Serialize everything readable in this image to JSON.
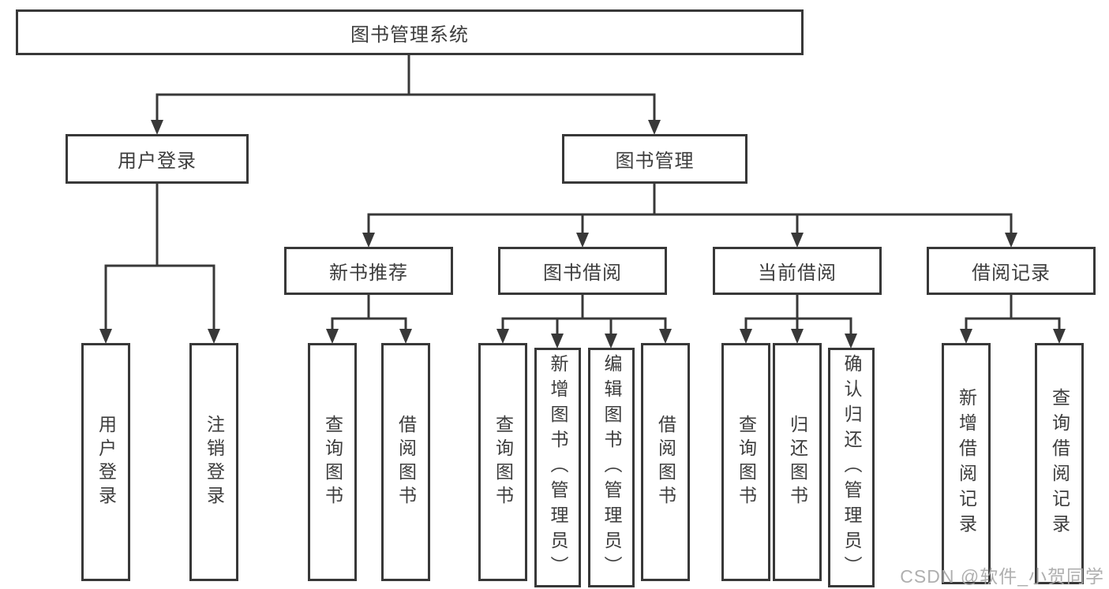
{
  "diagram": {
    "root": {
      "label": "图书管理系统"
    },
    "branches": {
      "user_login": {
        "label": "用户登录",
        "children": [
          "用户登录",
          "注销登录"
        ]
      },
      "book_mgmt": {
        "label": "图书管理"
      }
    },
    "modules": [
      {
        "label": "新书推荐",
        "children": [
          "查询图书",
          "借阅图书"
        ]
      },
      {
        "label": "图书借阅",
        "children": [
          "查询图书",
          "新增图书（管理员）",
          "编辑图书（管理员）",
          "借阅图书"
        ]
      },
      {
        "label": "当前借阅",
        "children": [
          "查询图书",
          "归还图书",
          "确认归还（管理员）"
        ]
      },
      {
        "label": "借阅记录",
        "children": [
          "新增借阅记录",
          "查询借阅记录"
        ]
      }
    ]
  },
  "watermark": {
    "text": "CSDN @软件_小贺同学"
  },
  "colors": {
    "line": "#383838",
    "text": "#3d3d3d",
    "background": "#ffffff",
    "watermark": "#a8a8a8"
  }
}
